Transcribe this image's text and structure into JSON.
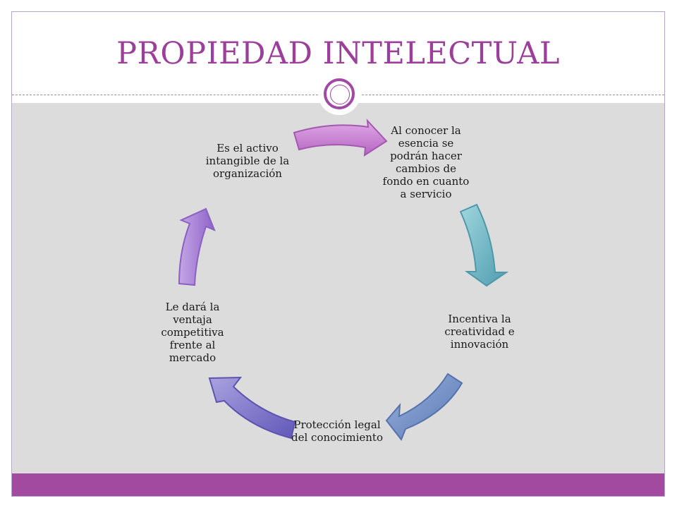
{
  "slide": {
    "title": "PROPIEDAD INTELECTUAL"
  },
  "cycle": {
    "nodes": [
      {
        "id": "n1",
        "text": "Al conocer la esencia se podrán hacer cambios de fondo en cuanto a servicio"
      },
      {
        "id": "n2",
        "text": "Incentiva la creatividad e innovación"
      },
      {
        "id": "n3",
        "text": "Protección legal del conocimiento"
      },
      {
        "id": "n4",
        "text": "Le dará la ventaja competitiva frente al mercado"
      },
      {
        "id": "n5",
        "text": "Es el activo intangible de la organización"
      }
    ]
  },
  "colors": {
    "title": "#9b3f9a",
    "accent_bar": "#a14aa0",
    "content_bg": "#dcdcdc",
    "arrow_1": "#c77fcf",
    "arrow_2": "#6db6c4",
    "arrow_3": "#6f8fc2",
    "arrow_4": "#7f76c9",
    "arrow_5": "#a786d6"
  }
}
